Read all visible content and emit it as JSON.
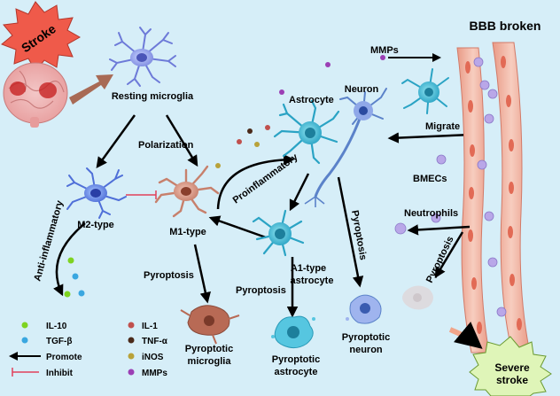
{
  "stroke_label": "Stroke",
  "severe_label": [
    "Severe",
    "stroke"
  ],
  "bbb_label": "BBB broken",
  "labels": {
    "resting": "Resting microglia",
    "polarization": "Polarization",
    "m2": "M2-type",
    "m1": "M1-type",
    "anti_inflammatory": "Anti-inflammatory",
    "proinflammatory": "Proinflammatory",
    "astrocyte": "Astrocyte",
    "neuron": "Neuron",
    "mmps_top": "MMPs",
    "migrate": "Migrate",
    "bmecs": "BMECs",
    "neutrophils": "Neutrophils",
    "a1_line1": "A1-type",
    "a1_line2": "astrocyte",
    "pyro_microglia_arrow": "Pyroptosis",
    "pyro_astro_arrow": "Pyroptosis",
    "pyro_neuron_arrow": "Pyroptosis",
    "pyro_neutro_arrow": "Pyroptosis",
    "pyro_microglia_1": "Pyroptotic",
    "pyro_microglia_2": "microglia",
    "pyro_astro_1": "Pyroptotic",
    "pyro_astro_2": "astrocyte",
    "pyro_neuron_1": "Pyroptotic",
    "pyro_neuron_2": "neuron"
  },
  "legend": {
    "il10": "IL-10",
    "tgfb": "TGF-β",
    "promote": "Promote",
    "inhibit": "Inhibit",
    "il1": "IL-1",
    "tnfa": "TNF-α",
    "inos": "iNOS",
    "mmps": "MMPs"
  },
  "colors": {
    "background": "#d6eef8",
    "il10": "#7ed321",
    "tgfb": "#3aa7e0",
    "il1": "#c0504d",
    "tnfa": "#4a2a1a",
    "inos": "#b8a23a",
    "mmps": "#9b3fb5",
    "inhibit": "#e0405a",
    "vessel": "#f2b8a8",
    "severe_fill": "#dff5b8"
  }
}
